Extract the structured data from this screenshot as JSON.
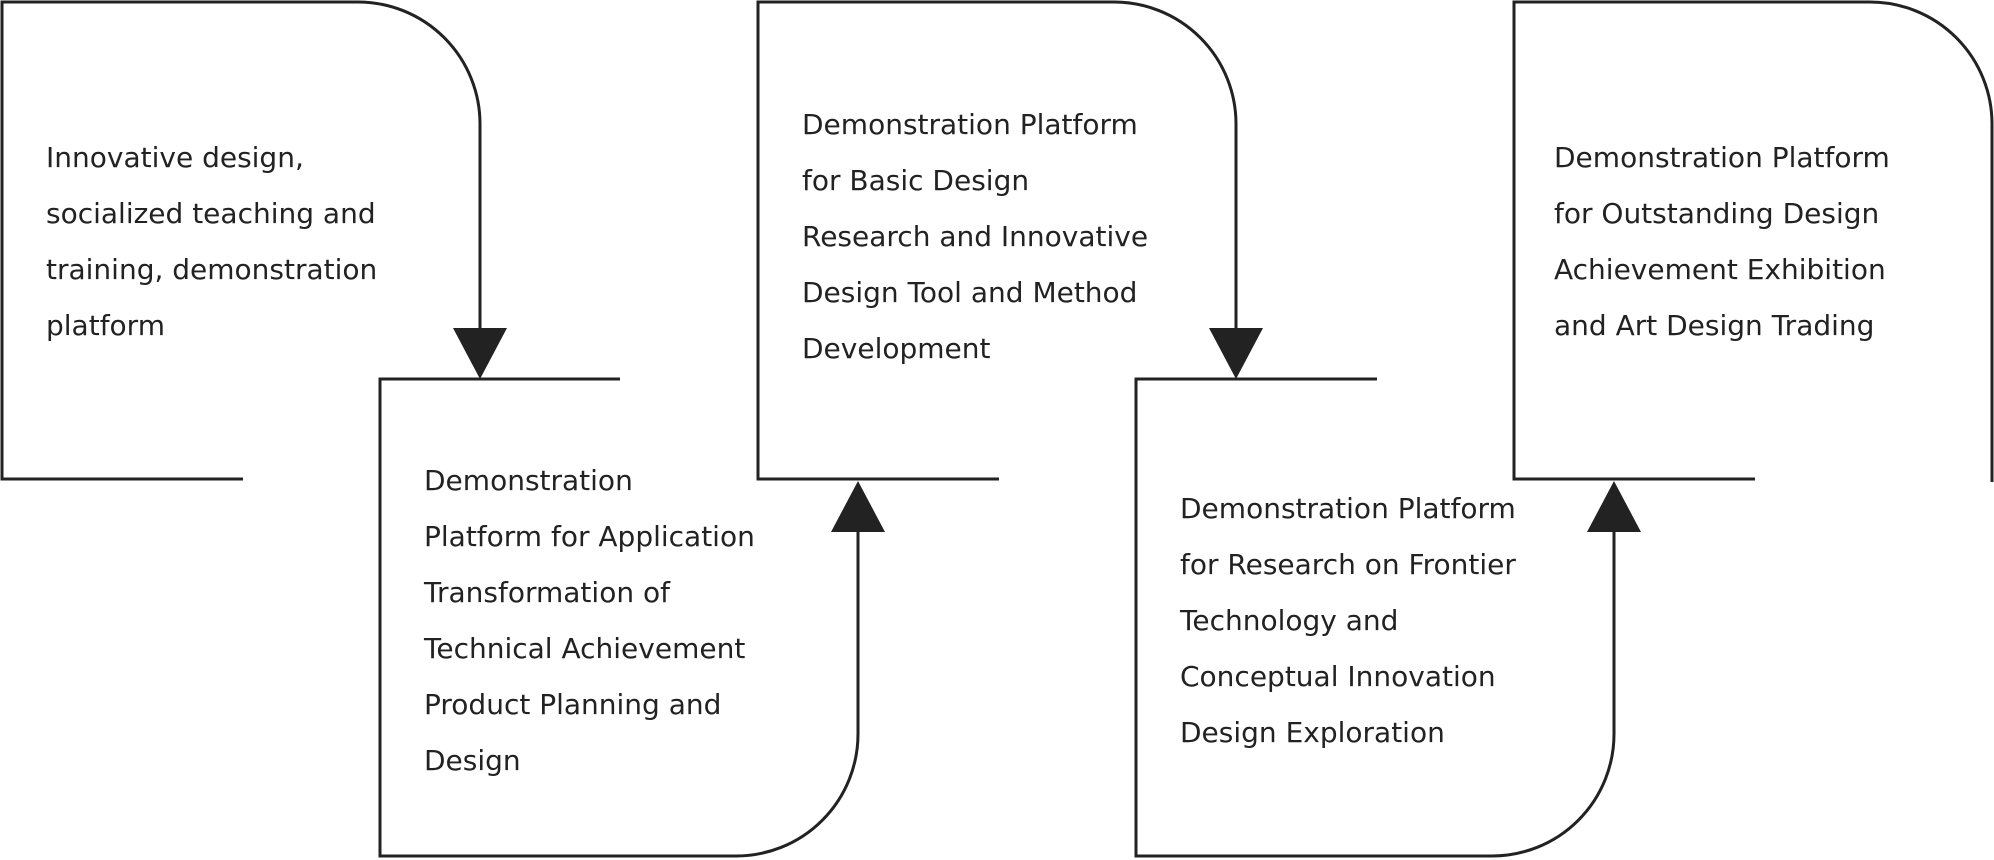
{
  "diagram": {
    "boxes": [
      {
        "id": "box-1",
        "lines": [
          "Innovative design,",
          "socialized teaching and",
          "training, demonstration",
          "platform"
        ]
      },
      {
        "id": "box-2",
        "lines": [
          "Demonstration",
          "Platform for Application",
          "Transformation of",
          "Technical Achievement",
          "Product Planning and",
          "Design"
        ]
      },
      {
        "id": "box-3",
        "lines": [
          "Demonstration Platform",
          "for Basic Design",
          "Research and Innovative",
          "Design Tool and Method",
          "Development"
        ]
      },
      {
        "id": "box-4",
        "lines": [
          "Demonstration Platform",
          "for Research on Frontier",
          "Technology and",
          "Conceptual Innovation",
          "Design Exploration"
        ]
      },
      {
        "id": "box-5",
        "lines": [
          "Demonstration Platform",
          "for Outstanding Design",
          "Achievement Exhibition",
          "and Art Design Trading"
        ]
      }
    ],
    "colors": {
      "stroke": "#222222",
      "background": "#ffffff",
      "text": "#222222"
    }
  }
}
